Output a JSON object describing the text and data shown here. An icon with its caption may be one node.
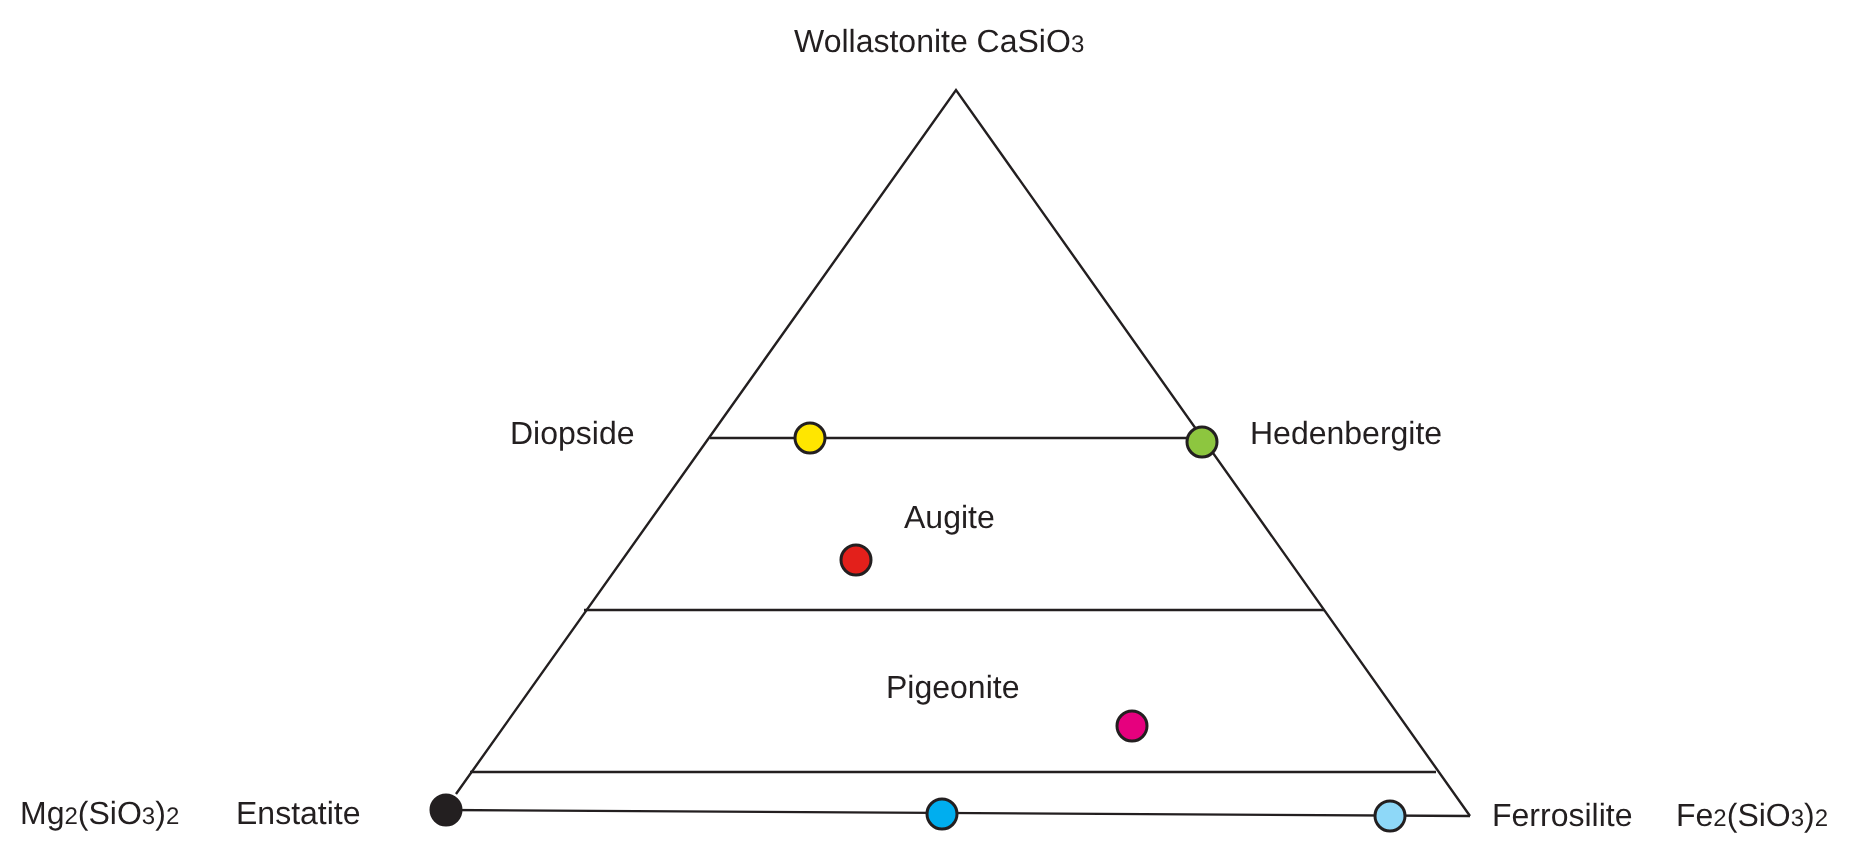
{
  "diagram": {
    "labels": [
      "Wollastonite CaSiO$_{3}$",
      "Diopside",
      "Hedenbergite",
      "Augite",
      "Pigeonite",
      "Mg$_{2}$(SiO$_{3}$)$_{2}$",
      "Enstatite",
      "Ferrosilite",
      "Fe$_{2}$(SiO$_{3}$)$_{2}$"
    ]
  }
}
